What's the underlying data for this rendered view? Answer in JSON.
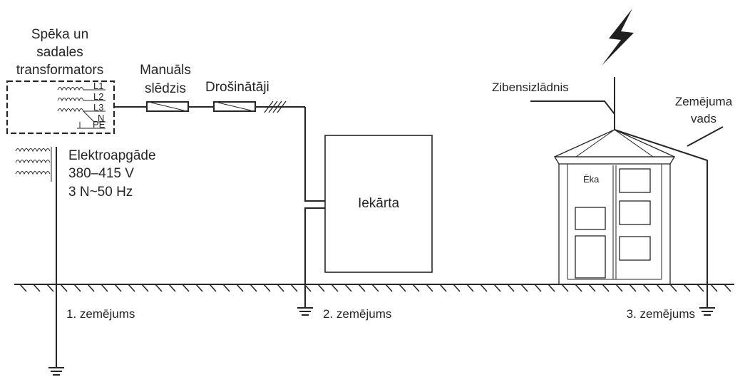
{
  "labels": {
    "transformer_title": [
      "Spēka un",
      "sadales",
      "transformators"
    ],
    "phases": [
      "L1",
      "L2",
      "L3"
    ],
    "neutral": "N",
    "pe": "PE",
    "manual_switch": [
      "Manuāls",
      "slēdzis"
    ],
    "fuses": "Drošinātāji",
    "supply": [
      "Elektroapgāde",
      "380–415 V",
      "3 N~50 Hz"
    ],
    "equipment": "Iekārta",
    "lightning_rod": "Zibensizlādnis",
    "ground_wire": [
      "Zemējuma",
      "vads"
    ],
    "building": "Ēka",
    "ground1": "1. zemējums",
    "ground2": "2. zemējums",
    "ground3": "3. zemējums"
  },
  "icons": [
    "lightning-bolt-icon",
    "transformer-coil-icon",
    "fuse-icon",
    "ground-symbol-icon"
  ]
}
